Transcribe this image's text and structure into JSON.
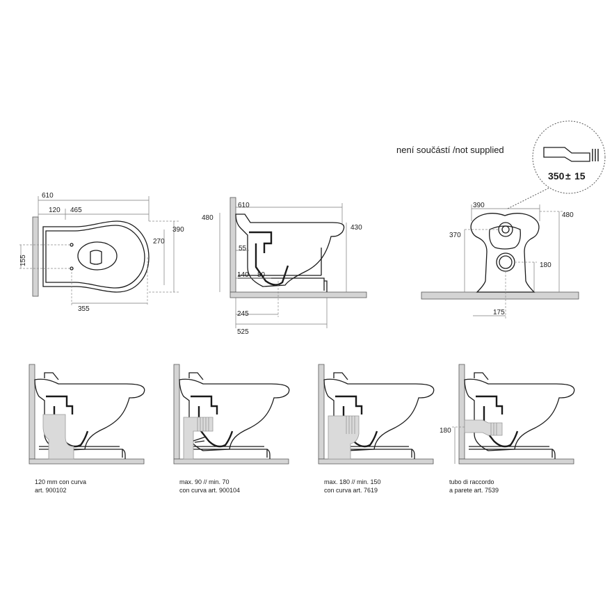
{
  "plan_view": {
    "total_length": "610",
    "rear_offset": "120",
    "front_length": "465",
    "width": "390",
    "inner_width": "270",
    "fixing_spacing": "155",
    "fixing_distance": "355"
  },
  "side_view": {
    "length": "610",
    "height": "480",
    "rim_height": "430",
    "inlet_height": "55",
    "outlet_from_wall": "140",
    "outlet_size": "80",
    "outlet_center": "245",
    "floor_depth": "525"
  },
  "front_view": {
    "width": "390",
    "height": "480",
    "inlet_height": "370",
    "outlet_height": "180",
    "outlet_offset": "175"
  },
  "accessory": {
    "note": "není součástí /not supplied",
    "length": "350",
    "tolerance_symbol": "±",
    "tolerance": "15"
  },
  "variants": [
    {
      "line1": "120 mm con curva",
      "line2": "art. 900102"
    },
    {
      "line1": "max. 90 // min. 70",
      "line2": "con curva art. 900104"
    },
    {
      "line1": "max. 180 // min. 150",
      "line2": "con curva art. 7619"
    },
    {
      "line1": "tubo di raccordo",
      "line2": "a parete art. 7539",
      "height_label": "180"
    }
  ]
}
